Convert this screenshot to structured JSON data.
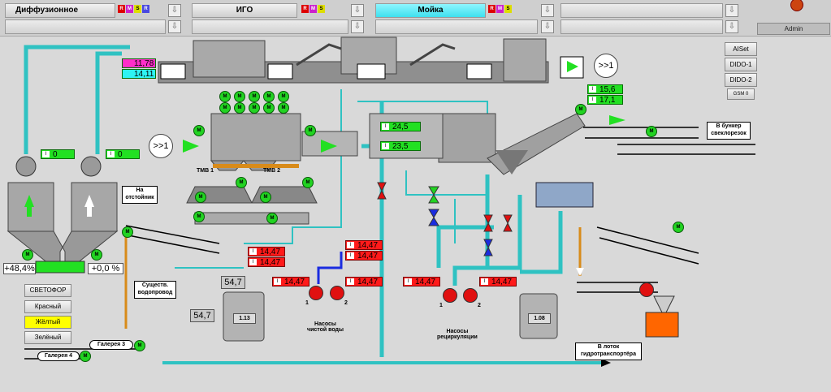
{
  "topbar": {
    "dept1": "Диффузионное отделение",
    "dept2": "ИГО",
    "dept3": "Мойка",
    "flags": [
      "R",
      "M",
      "S",
      "R"
    ],
    "user": "Admin"
  },
  "side_buttons": [
    "AISet",
    "DIDO-1",
    "DIDO-2",
    "GSM 0"
  ],
  "signals": {
    "title": "СВЕТОФОР",
    "red": "Красный",
    "yellow": "Жёлтый",
    "green": "Зелёный"
  },
  "values": {
    "v_top1": "11,78",
    "v_top2": "14,11",
    "v_left1": "0",
    "v_left2": "0",
    "v_diff1": "24,5",
    "v_diff2": "23,5",
    "v_right1": "15,6",
    "v_right2": "17,1",
    "p_mid1": "14,47",
    "p_mid2": "14,47",
    "p_c1": "14,47",
    "p_c2": "14,47",
    "p_clean1": "14,47",
    "p_clean2": "14,47",
    "p_rec1": "14,47",
    "p_rec2": "14,47",
    "level1": "54,7",
    "level2": "54,7",
    "pct_left": "+48,4",
    "pct_right": "+0,0",
    "pct_unit": "%",
    "tank1": "1.13",
    "tank2": "1.08"
  },
  "labels": {
    "to_sump": "На\nотстойник",
    "water_main": "Существ.\nводопровод",
    "tmv1": "ТМВ 1",
    "tmv2": "ТМВ 2",
    "clean_pumps": "Насосы\nчистой воды",
    "recirc_pumps": "Насосы\nрециркуляции",
    "to_bunker": "В бункер\nсвеклорезок",
    "to_chute": "В лоток\nгидротранспортёра",
    "gallery3": "Галерея 3",
    "gallery4": "Галерея 4",
    "pump_no1": "1",
    "pump_no2": "2",
    "pump_no3": "1",
    "pump_no4": "2",
    "motor": "M",
    "jump1": ">>1",
    "jump2": ">>1"
  },
  "colors": {
    "cyan_pipe": "#2fc2c2",
    "green": "#22e022",
    "red": "#ff1a1a",
    "orange": "#d88b1a",
    "blue": "#1a2ce0"
  }
}
